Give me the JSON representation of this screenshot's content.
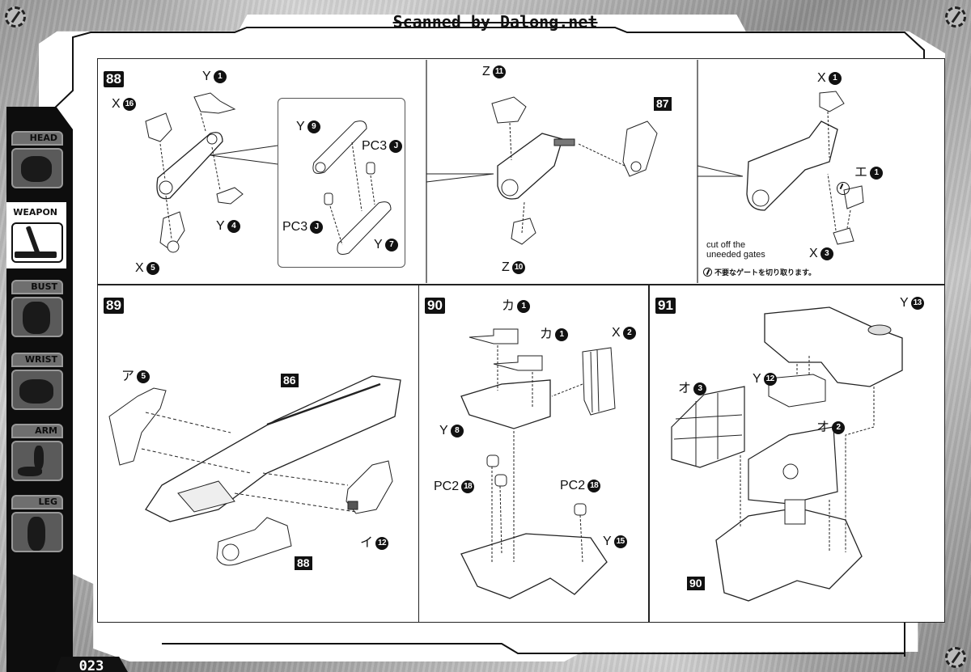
{
  "header": {
    "watermark": "Scanned by Dalong.net"
  },
  "sidebar": {
    "items": [
      {
        "label": "HEAD",
        "active": false
      },
      {
        "label": "WEAPON",
        "active": true
      },
      {
        "label": "BUST",
        "active": false
      },
      {
        "label": "WRIST",
        "active": false
      },
      {
        "label": "ARM",
        "active": false
      },
      {
        "label": "LEG",
        "active": false
      }
    ]
  },
  "footer": {
    "page_number": "023"
  },
  "steps": {
    "s88": {
      "number": "88",
      "callouts": {
        "y1": {
          "letter": "Y",
          "num": "1"
        },
        "x16": {
          "letter": "X",
          "num": "16"
        },
        "y4": {
          "letter": "Y",
          "num": "4"
        },
        "x5": {
          "letter": "X",
          "num": "5"
        },
        "y9": {
          "letter": "Y",
          "num": "9"
        },
        "pc3j_a": {
          "letter": "PC3",
          "num": "J"
        },
        "pc3j_b": {
          "letter": "PC3",
          "num": "J"
        },
        "y7": {
          "letter": "Y",
          "num": "7"
        },
        "z11": {
          "letter": "Z",
          "num": "11"
        },
        "z10": {
          "letter": "Z",
          "num": "10"
        },
        "x1": {
          "letter": "X",
          "num": "1"
        },
        "e1": {
          "letter": "エ",
          "num": "1"
        },
        "x3": {
          "letter": "X",
          "num": "3"
        }
      },
      "ref_87": "87",
      "note_en": "cut off the\nuneeded gates",
      "note_jp": "不要なゲートを切り取ります。"
    },
    "s89": {
      "number": "89",
      "callouts": {
        "a5": {
          "letter": "ア",
          "num": "5"
        },
        "i12": {
          "letter": "イ",
          "num": "12"
        }
      },
      "ref_86": "86",
      "ref_88": "88"
    },
    "s90": {
      "number": "90",
      "callouts": {
        "ka1_a": {
          "letter": "カ",
          "num": "1"
        },
        "ka1_b": {
          "letter": "カ",
          "num": "1"
        },
        "x2": {
          "letter": "X",
          "num": "2"
        },
        "y8": {
          "letter": "Y",
          "num": "8"
        },
        "pc2_18_a": {
          "letter": "PC2",
          "num": "18"
        },
        "pc2_18_b": {
          "letter": "PC2",
          "num": "18"
        },
        "y15": {
          "letter": "Y",
          "num": "15"
        }
      }
    },
    "s91": {
      "number": "91",
      "callouts": {
        "y13": {
          "letter": "Y",
          "num": "13"
        },
        "y12": {
          "letter": "Y",
          "num": "12"
        },
        "o3": {
          "letter": "オ",
          "num": "3"
        },
        "o2": {
          "letter": "オ",
          "num": "2"
        }
      },
      "ref_90": "90"
    }
  }
}
